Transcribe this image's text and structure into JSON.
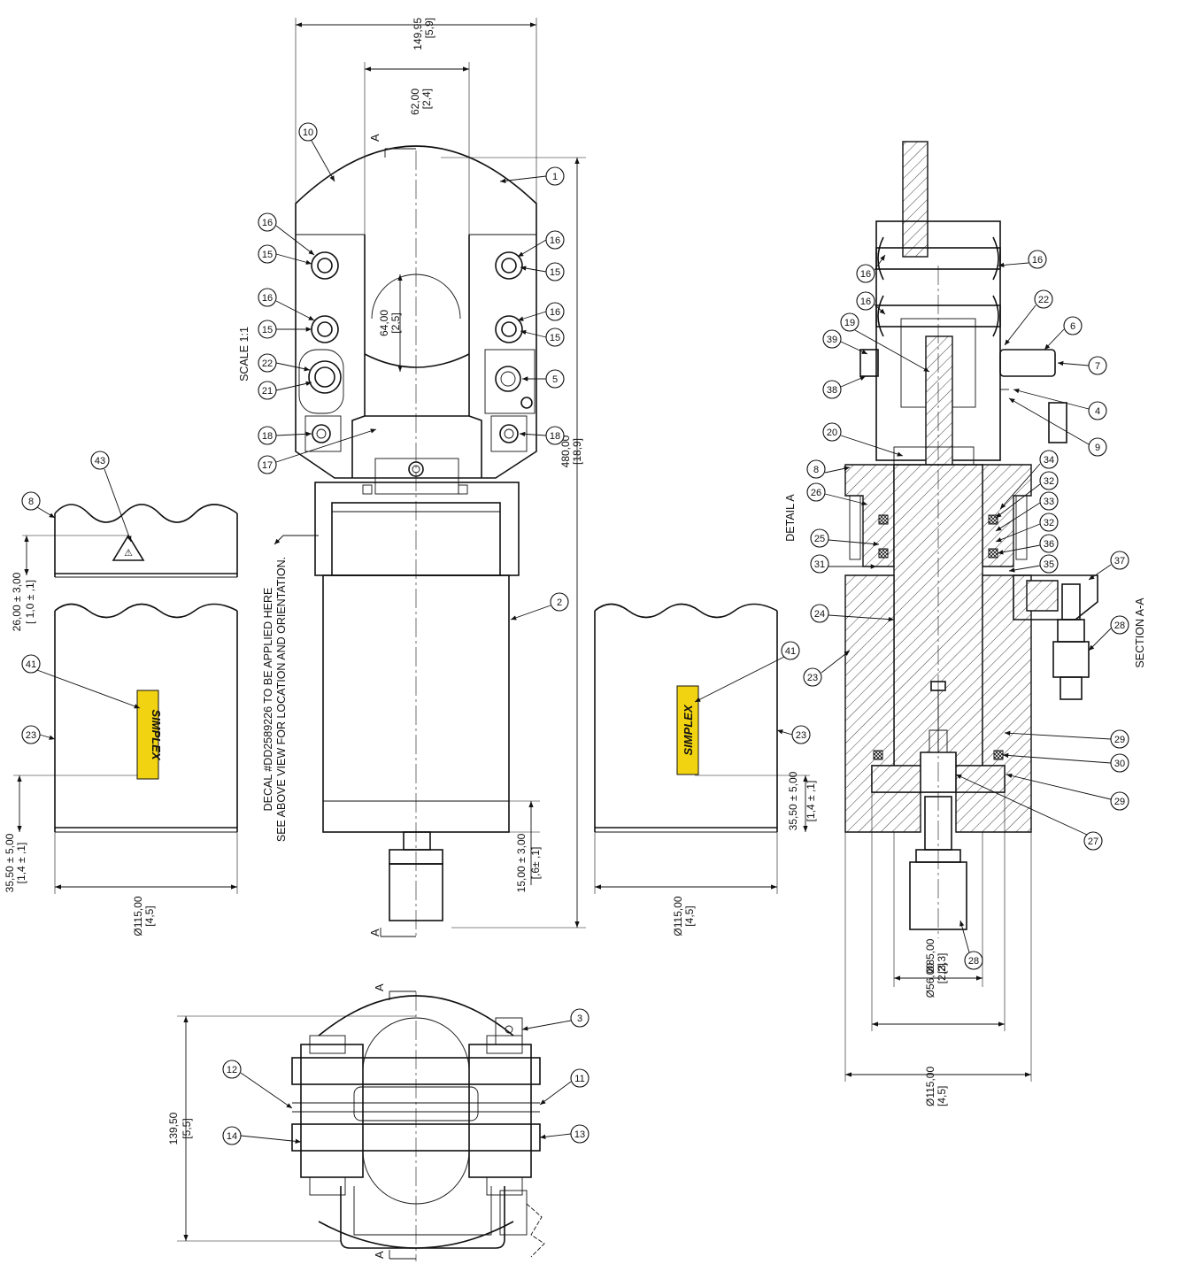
{
  "colors": {
    "line": "#111111",
    "background": "#ffffff",
    "decal_yellow": "#f2d312"
  },
  "labels": {
    "scale": "SCALE 1:1",
    "detail": "DETAIL A",
    "section": "SECTION A-A",
    "section_mark": "A",
    "decal_note_1": "DECAL #DD2589226 TO BE APPLIED HERE",
    "decal_note_2": "SEE ABOVE VIEW FOR LOCATION AND ORIENTATION.",
    "brand": "SIMPLEX"
  },
  "dimensions": {
    "overall_width": "149,95",
    "overall_width_in": "[5,9]",
    "jaw_width": "62,00",
    "jaw_width_in": "[2,4]",
    "jaw_depth": "64,00",
    "jaw_depth_in": "[2,5]",
    "overall_length": "480,00",
    "overall_length_in": "[18,9]",
    "fitting_offset": "15,00 ± 3,00",
    "fitting_offset_in": "[,6± ,1]",
    "decal_offset_left": "26,00 ± 3,00",
    "decal_offset_left_in": "[ 1,0 ± ,1]",
    "brand_offset": "35,50 ± 5,00",
    "brand_offset_in": "[1,4 ± ,1]",
    "dia_115": "Ø115,00",
    "dia_115_in": "[4,5]",
    "dia_85": "Ø85,00",
    "dia_85_in": "[3,3]",
    "dia_56": "Ø56,00",
    "dia_56_in": "[2,2]",
    "top_height": "139,50",
    "top_height_in": "[5,5]"
  },
  "balloons": {
    "b1": "1",
    "b2": "2",
    "b3": "3",
    "b4": "4",
    "b5": "5",
    "b6": "6",
    "b7": "7",
    "b8": "8",
    "b9": "9",
    "b10": "10",
    "b11": "11",
    "b12": "12",
    "b13": "13",
    "b14": "14",
    "b15": "15",
    "b16": "16",
    "b17": "17",
    "b18": "18",
    "b19": "19",
    "b20": "20",
    "b21": "21",
    "b22": "22",
    "b23": "23",
    "b24": "24",
    "b25": "25",
    "b26": "26",
    "b27": "27",
    "b28": "28",
    "b29": "29",
    "b30": "30",
    "b31": "31",
    "b32": "32",
    "b33": "33",
    "b34": "34",
    "b35": "35",
    "b36": "36",
    "b37": "37",
    "b38": "38",
    "b39": "39",
    "b41": "41",
    "b43": "43"
  }
}
